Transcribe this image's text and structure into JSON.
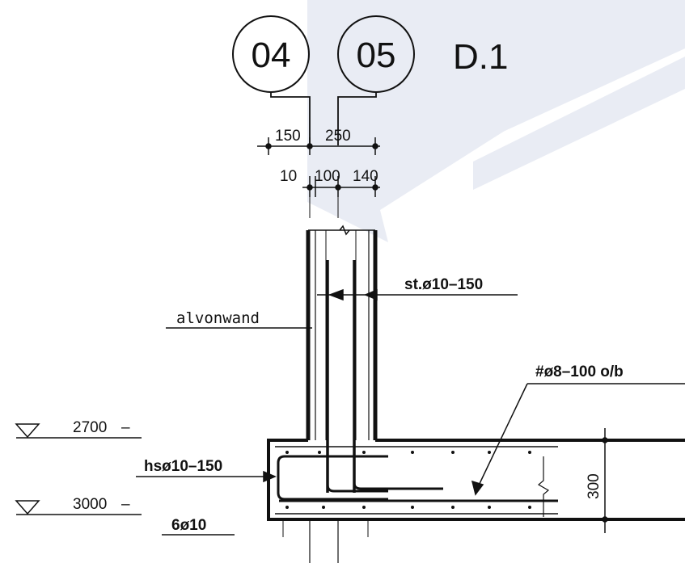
{
  "grid_bubbles": [
    "04",
    "05"
  ],
  "detail_id": "D.1",
  "dimensions_top": [
    "150",
    "250"
  ],
  "dimensions_second": [
    "10",
    "100",
    "140"
  ],
  "dimension_side": "300",
  "labels": {
    "wall": "alvonwand",
    "stirrups": "st.ø10–150",
    "mesh": "#ø8–100 o/b",
    "horizontal_bars": "hsø10–150",
    "bottom_bars": "6ø10"
  },
  "levels": [
    {
      "value": "2700",
      "suffix": "–"
    },
    {
      "value": "3000",
      "suffix": "–"
    }
  ],
  "colors": {
    "ink": "#111111",
    "watermark": "#e8ebf3"
  }
}
